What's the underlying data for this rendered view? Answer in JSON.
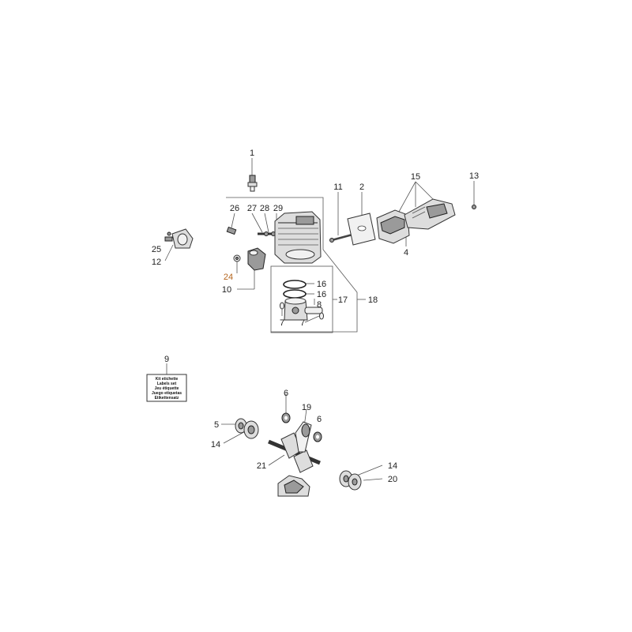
{
  "callouts": {
    "c1": "1",
    "c2": "2",
    "c4": "4",
    "c5": "5",
    "c6a": "6",
    "c6b": "6",
    "c7a": "7",
    "c7b": "7",
    "c8": "8",
    "c9": "9",
    "c10": "10",
    "c11": "11",
    "c12": "12",
    "c13": "13",
    "c14a": "14",
    "c14b": "14",
    "c15": "15",
    "c16a": "16",
    "c16b": "16",
    "c17": "17",
    "c18": "18",
    "c19": "19",
    "c20": "20",
    "c21": "21",
    "c24": "24",
    "c25": "25",
    "c26": "26",
    "c27": "27",
    "c28": "28",
    "c29": "29"
  },
  "kit_label": {
    "line1": "Kit etichette",
    "line2": "Labels set",
    "line3": "Jeu étiquette",
    "line4": "Juego etiquetas",
    "line5": "Etikettensatz"
  },
  "colors": {
    "highlight": "#b5651d",
    "ink": "#222222"
  }
}
